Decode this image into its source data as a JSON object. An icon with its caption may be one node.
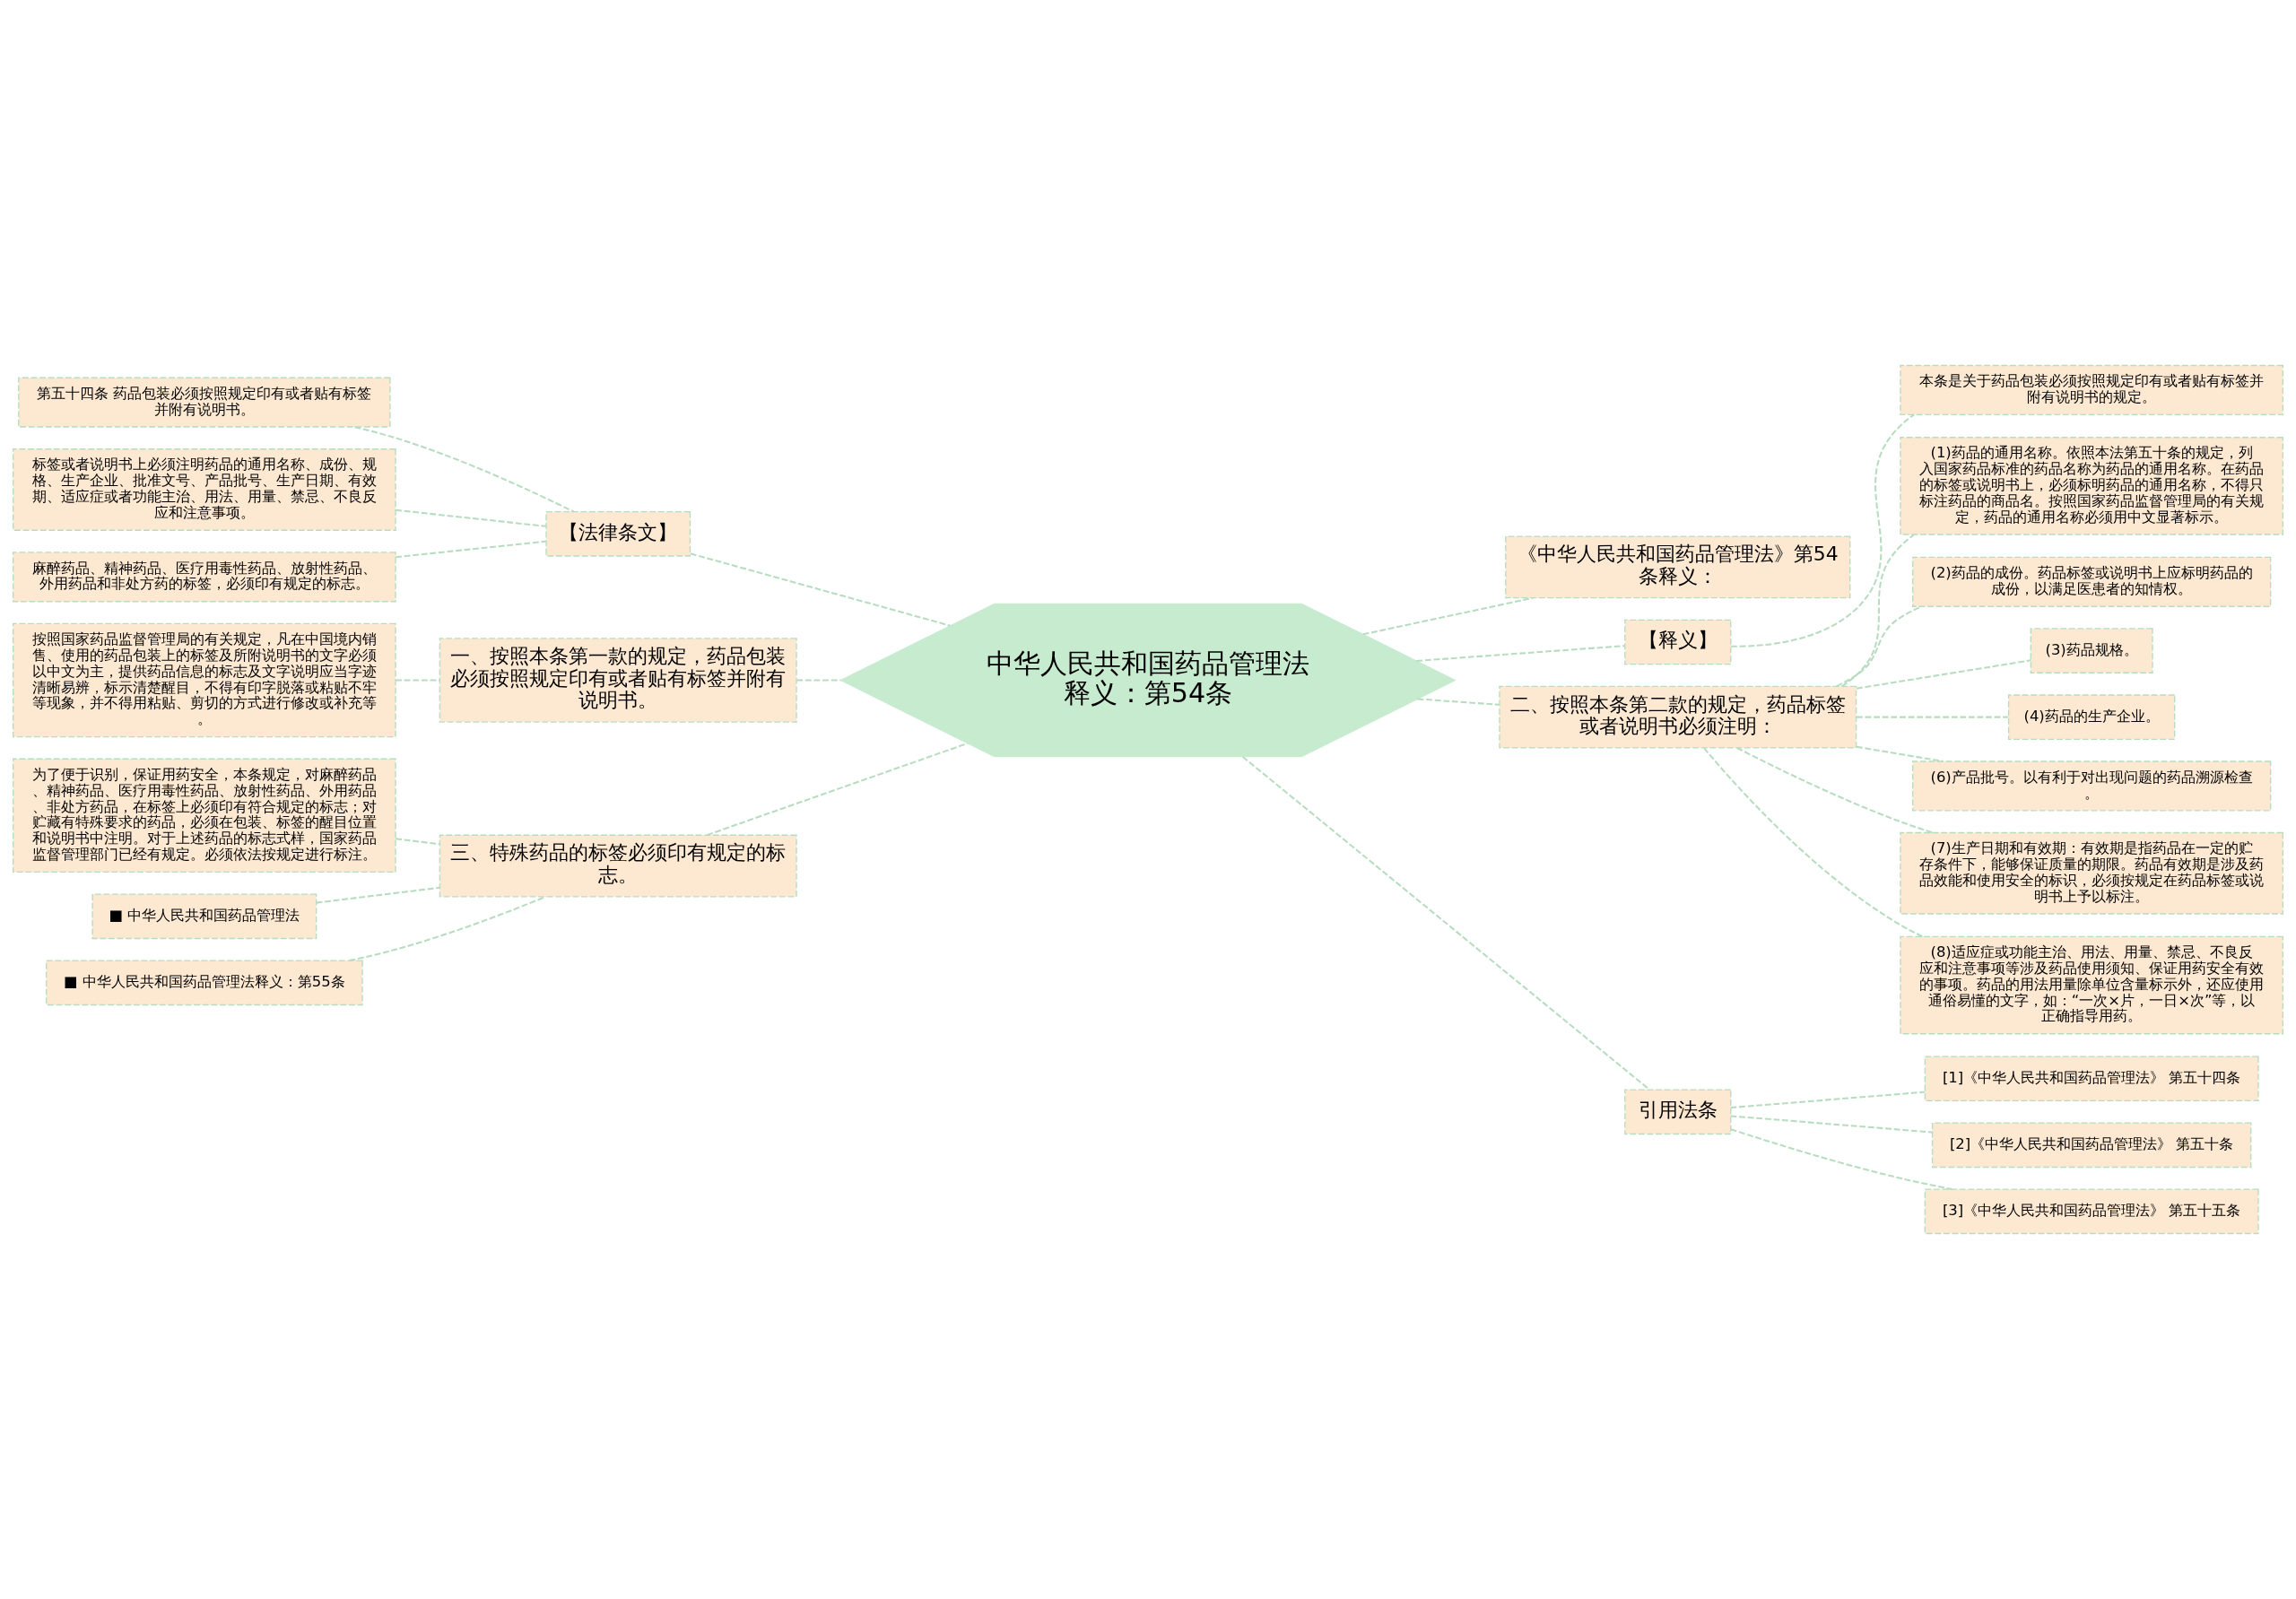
{
  "diagram": {
    "nodes": [
      {
        "text": [
          "中华人民共和国药品管理法释义：第54条"
        ]
      },
      {
        "text": [
          "【法律条文】"
        ]
      },
      {
        "text": [
          "第五十四条 药品包装必须按照规定印有或者贴有标签并附有说明书。"
        ]
      },
      {
        "text": [
          "标签或者说明书上必须注明药品的通用名称、成份、规格、生产企业、批准文号、产品批号、生产日期、有效期、适应症或者功能主治、用法、用量、禁忌、不良反应和注意事项。"
        ]
      },
      {
        "text": [
          "麻醉药品、精神药品、医疗用毒性药品、放射性药品、外用药品和非处方药的标签，必须印有规定的标志。"
        ]
      },
      {
        "text": [
          "一、按照本条第一款的规定，药品包装必须按照规定印有或者贴有标签并附有说明书。"
        ]
      },
      {
        "text": [
          "按照国家药品监督管理局的有关规定，凡在中国境内销售、使用的药品包装上的标签及所附说明书的文字必须以中文为主，提供药品信息的标志及文字说明应当字迹清晰易辨，标示清楚醒目，不得有印字脱落或粘贴不牢等现象，并不得用粘贴、剪切的方式进行修改或补充等。"
        ]
      },
      {
        "text": [
          "三、特殊药品的标签必须印有规定的标志。"
        ]
      },
      {
        "text": [
          "为了便于识别，保证用药安全，本条规定，对麻醉药品、精神药品、医疗用毒性药品、放射性药品、外用药品、非处方药品，在标签上必须印有符合规定的标志；对贮藏有特殊要求的药品，必须在包装、标签的醒目位置和说明书中注明。对于上述药品的标志式样，国家药品监督管理部门已经有规定。必须依法按规定进行标注。"
        ]
      },
      {
        "text": [
          "■ 中华人民共和国药品管理法"
        ]
      },
      {
        "text": [
          "■ 中华人民共和国药品管理法释义：第55条"
        ]
      },
      {
        "text": [
          "《中华人民共和国药品管理法》第54条释义："
        ]
      },
      {
        "text": [
          "【释义】"
        ]
      },
      {
        "text": [
          "本条是关于药品包装必须按照规定印有或者贴有标签并附有说明书的规定。"
        ]
      },
      {
        "text": [
          "二、按照本条第二款的规定，药品标签或者说明书必须注明："
        ]
      },
      {
        "text": [
          "(1)药品的通用名称。依照本法第五十条的规定，列入国家药品标准的药品名称为药品的通用名称。在药品的标签或说明书上，必须标明药品的通用名称，不得只标注药品的商品名。按照国家药品监督管理局的有关规定，药品的通用名称必须用中文显著标示。"
        ]
      },
      {
        "text": [
          "(2)药品的成份。药品标签或说明书上应标明药品的成份，以满足医患者的知情权。"
        ]
      },
      {
        "text": [
          "(3)药品规格。"
        ]
      },
      {
        "text": [
          "(4)药品的生产企业。"
        ]
      },
      {
        "text": [
          "(6)产品批号。以有利于对出现问题的药品溯源检查。"
        ]
      },
      {
        "text": [
          "(7)生产日期和有效期：有效期是指药品在一定的贮存条件下，能够保证质量的期限。药品有效期是涉及药品效能和使用安全的标识，必须按规定在药品标签或说明书上予以标注。"
        ]
      },
      {
        "text": [
          "(8)适应症或功能主治、用法、用量、禁忌、不良反应和注意事项等涉及药品使用须知、保证用药安全有效的事项。药品的用法用量除单位含量标示外，还应使用通俗易懂的文字，如：“一次×片，一日×次”等，以正确指导用药。"
        ]
      },
      {
        "text": [
          "引用法条"
        ]
      },
      {
        "text": [
          "[1]《中华人民共和国药品管理法》 第五十四条"
        ]
      },
      {
        "text": [
          "[2]《中华人民共和国药品管理法》 第五十条"
        ]
      },
      {
        "text": [
          "[3]《中华人民共和国药品管理法》 第五十五条"
        ]
      }
    ],
    "edges": [
      {
        "from": 0,
        "to": 1,
        "arrow": "none"
      },
      {
        "from": 1,
        "to": 2,
        "arrow": "none"
      },
      {
        "from": 1,
        "to": 3,
        "arrow": "none"
      },
      {
        "from": 1,
        "to": 4,
        "arrow": "none"
      },
      {
        "from": 0,
        "to": 5,
        "arrow": "none"
      },
      {
        "from": 5,
        "to": 6,
        "arrow": "none"
      },
      {
        "from": 0,
        "to": 7,
        "arrow": "none"
      },
      {
        "from": 7,
        "to": 8,
        "arrow": "none"
      },
      {
        "from": 7,
        "to": 9,
        "arrow": "none"
      },
      {
        "from": 7,
        "to": 10,
        "arrow": "none"
      },
      {
        "from": 0,
        "to": 11,
        "arrow": "none"
      },
      {
        "from": 0,
        "to": 12,
        "arrow": "none"
      },
      {
        "from": 12,
        "to": 13,
        "arrow": "none"
      },
      {
        "from": 0,
        "to": 14,
        "arrow": "none"
      },
      {
        "from": 14,
        "to": 15,
        "arrow": "none"
      },
      {
        "from": 14,
        "to": 16,
        "arrow": "none"
      },
      {
        "from": 14,
        "to": 17,
        "arrow": "none"
      },
      {
        "from": 14,
        "to": 18,
        "arrow": "none"
      },
      {
        "from": 14,
        "to": 19,
        "arrow": "none"
      },
      {
        "from": 14,
        "to": 20,
        "arrow": "none"
      },
      {
        "from": 14,
        "to": 21,
        "arrow": "none"
      },
      {
        "from": 0,
        "to": 22,
        "arrow": "none"
      },
      {
        "from": 22,
        "to": 23,
        "arrow": "none"
      },
      {
        "from": 22,
        "to": 24,
        "arrow": "none"
      },
      {
        "from": 22,
        "to": 25,
        "arrow": "none"
      }
    ]
  }
}
